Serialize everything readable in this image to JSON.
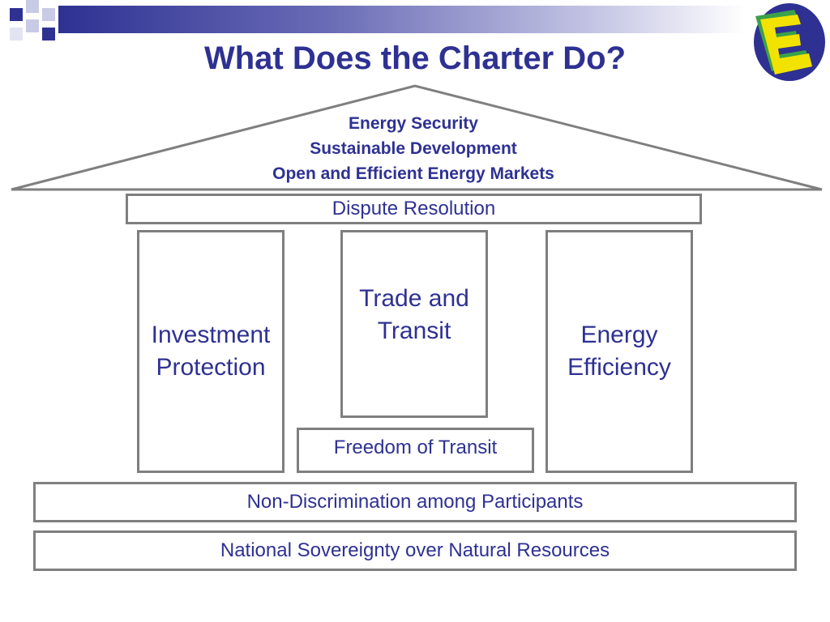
{
  "slide": {
    "title": "What Does the Charter Do?"
  },
  "roof": {
    "lines": [
      "Energy Security",
      "Sustainable Development",
      "Open and Efficient Energy Markets"
    ]
  },
  "boxes": {
    "dispute_resolution": "Dispute Resolution",
    "investment_protection": "Investment Protection",
    "trade_and_transit": "Trade and Transit",
    "energy_efficiency": "Energy Efficiency",
    "freedom_of_transit": "Freedom of Transit",
    "non_discrimination": "Non-Discrimination among Participants",
    "national_sovereignty": "National Sovereignty over Natural Resources"
  },
  "colors": {
    "title_blue": "#2e3192",
    "border_gray": "#7f7f7f",
    "logo_yellow": "#f2e200",
    "logo_green": "#3aa14a"
  }
}
